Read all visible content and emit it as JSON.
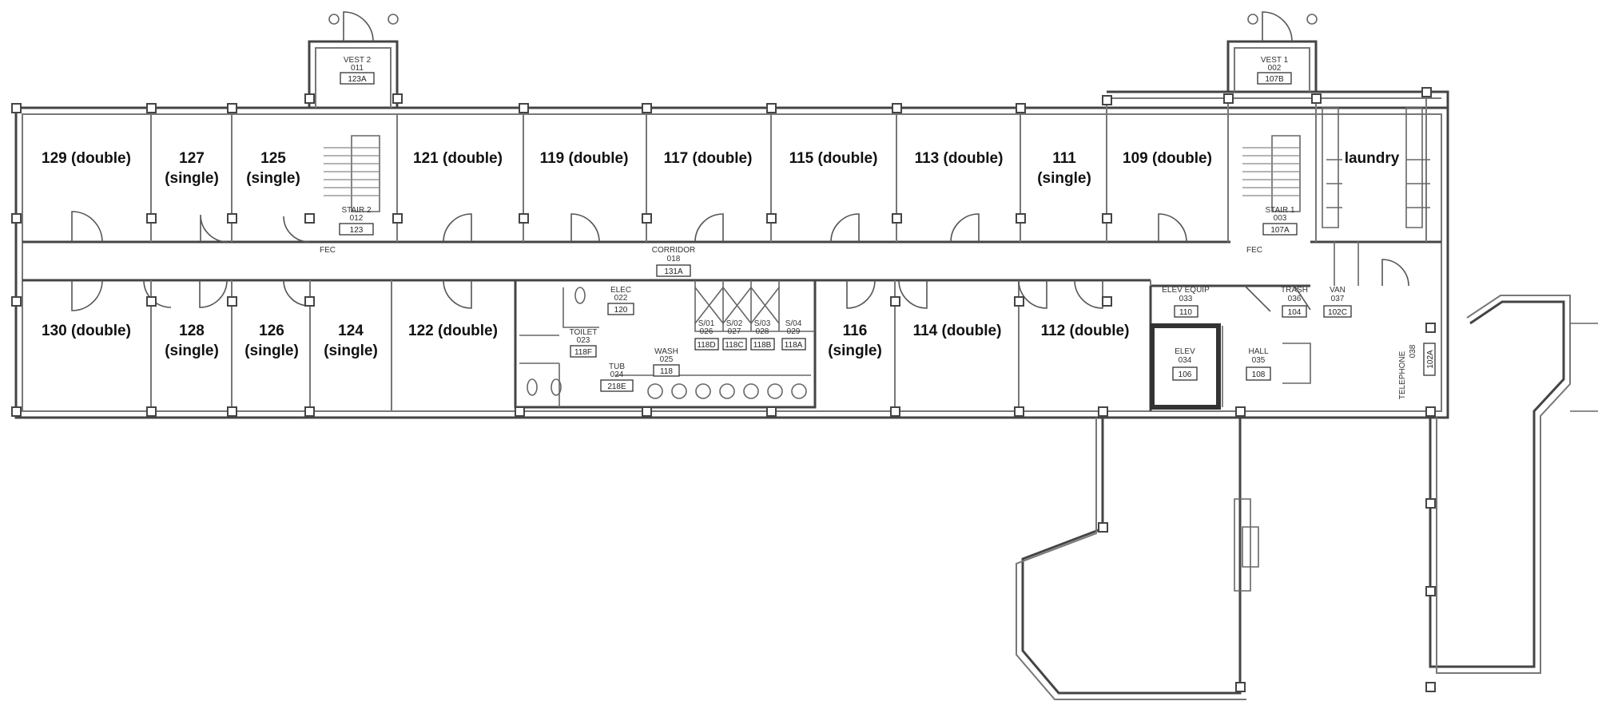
{
  "rooms_top": [
    {
      "line1": "129 (double)",
      "line2": ""
    },
    {
      "line1": "127",
      "line2": "(single)"
    },
    {
      "line1": "125",
      "line2": "(single)"
    },
    {
      "line1": "121 (double)",
      "line2": ""
    },
    {
      "line1": "119 (double)",
      "line2": ""
    },
    {
      "line1": "117 (double)",
      "line2": ""
    },
    {
      "line1": "115 (double)",
      "line2": ""
    },
    {
      "line1": "113 (double)",
      "line2": ""
    },
    {
      "line1": "111",
      "line2": "(single)"
    },
    {
      "line1": "109 (double)",
      "line2": ""
    },
    {
      "line1": "laundry",
      "line2": ""
    }
  ],
  "rooms_bottom": [
    {
      "line1": "130 (double)",
      "line2": ""
    },
    {
      "line1": "128",
      "line2": "(single)"
    },
    {
      "line1": "126",
      "line2": "(single)"
    },
    {
      "line1": "124",
      "line2": "(single)"
    },
    {
      "line1": "122 (double)",
      "line2": ""
    },
    {
      "line1": "116",
      "line2": "(single)"
    },
    {
      "line1": "114 (double)",
      "line2": ""
    },
    {
      "line1": "112 (double)",
      "line2": ""
    }
  ],
  "tags": {
    "vest2_label": "VEST 2",
    "vest2_code": "011",
    "vest2_num": "123A",
    "vest1_label": "VEST 1",
    "vest1_code": "002",
    "vest1_num": "107B",
    "stair2_label": "STAIR 2",
    "stair2_code": "012",
    "stair2_num": "123",
    "stair1_label": "STAIR 1",
    "stair1_code": "003",
    "stair1_num": "107A",
    "corridor_label": "CORRIDOR",
    "corridor_code": "018",
    "corridor_num": "131A",
    "elec_label": "ELEC",
    "elec_code": "022",
    "elec_num": "120",
    "toilet_label": "TOILET",
    "toilet_code": "023",
    "toilet_num": "118F",
    "tub_label": "TUB",
    "tub_code": "024",
    "tub_num": "218E",
    "wash_label": "WASH",
    "wash_code": "025",
    "wash_num": "118",
    "s1_label": "S/01",
    "s1_code": "026",
    "s1_num": "118D",
    "s2_label": "S/02",
    "s2_code": "027",
    "s2_num": "118C",
    "s3_label": "S/03",
    "s3_code": "028",
    "s3_num": "118B",
    "s4_label": "S/04",
    "s4_code": "029",
    "s4_num": "118A",
    "elevequip_label": "ELEV EQUIP",
    "elevequip_code": "033",
    "elevequip_num": "110",
    "elev_label": "ELEV",
    "elev_code": "034",
    "elev_num": "106",
    "hall_label": "HALL",
    "hall_code": "035",
    "hall_num": "108",
    "trash_label": "TRASH",
    "trash_code": "036",
    "trash_num": "104",
    "van_label": "VAN",
    "van_code": "037",
    "van_num": "102C",
    "tel_label": "TELEPHONE",
    "tel_code": "038",
    "tel_num": "102A",
    "fec_label": "FEC"
  }
}
